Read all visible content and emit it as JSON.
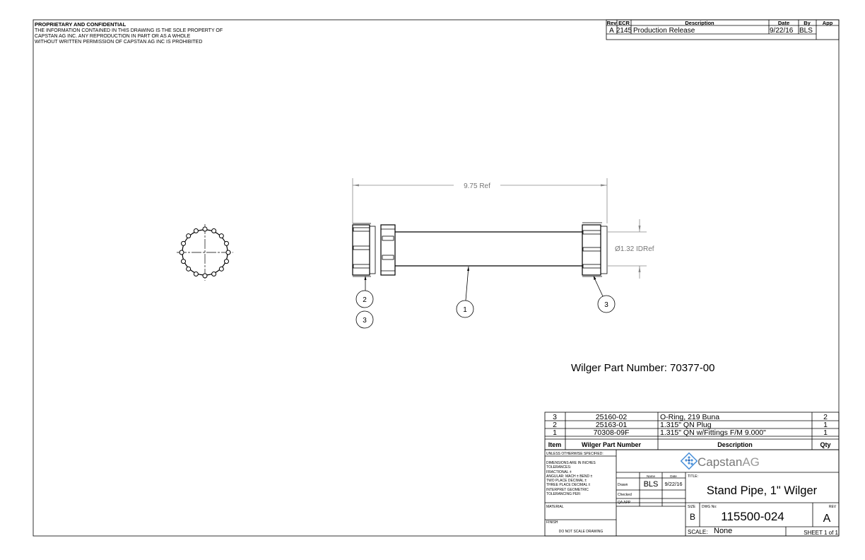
{
  "notice": {
    "heading": "PROPRIETARY AND CONFIDENTIAL",
    "lines": [
      "THE INFORMATION CONTAINED IN THIS DRAWING IS THE SOLE PROPERTY OF",
      "CAPSTAN AG INC. ANY REPRODUCTION IN PART OR AS A WHOLE",
      "WITHOUT WRITTEN PERMISSION OF CAPSTAN AG INC IS PROHIBITED"
    ]
  },
  "revisions": {
    "headers": {
      "rev": "Rev",
      "ecr": "ECR",
      "description": "Description",
      "date": "Date",
      "by": "By",
      "app": "App"
    },
    "rows": [
      {
        "rev": "A",
        "ecr": "2145",
        "description": "Production Release",
        "date": "9/22/16",
        "by": "BLS",
        "app": ""
      }
    ]
  },
  "drawing": {
    "length_dim": "9.75 Ref",
    "diameter_dim": "Ø1.32 IDRef",
    "balloons": [
      "2",
      "3",
      "1",
      "3"
    ],
    "part_number_note": "Wilger Part Number: 70377-00"
  },
  "bom": {
    "headers": {
      "item": "Item",
      "part": "Wilger Part Number",
      "description": "Description",
      "qty": "Qty"
    },
    "rows": [
      {
        "item": "3",
        "part": "25160-02",
        "description": "O-Ring, 219  Buna",
        "qty": "2"
      },
      {
        "item": "2",
        "part": "25163-01",
        "description": "1.315\" QN Plug",
        "qty": "1"
      },
      {
        "item": "1",
        "part": "70308-09F",
        "description": "1.315\" QN w/Fittings F/M 9.000\"",
        "qty": "1"
      }
    ]
  },
  "title_block": {
    "tolerances": {
      "unless": "UNLESS OTHERWISE SPECIFIED:",
      "dims": "DIMENSIONS ARE IN INCHES",
      "tol": "TOLERANCES:",
      "fractional": "FRACTIONAL ±",
      "angular": "ANGULAR: MACH ±    BEND ±",
      "two_place": "TWO PLACE DECIMAL   ±",
      "three_place": "THREE PLACE DECIMAL  ±",
      "interpret": "INTERPRET GEOMETRIC",
      "tolerancing": "TOLERANCING PER:",
      "material": "MATERIAL",
      "finish": "FINISH",
      "no_scale": "DO NOT SCALE DRAWING"
    },
    "logo": {
      "name_a": "Capstan",
      "name_b": "AG",
      "colors": {
        "primary": "#4a90d9",
        "text": "#777777"
      }
    },
    "approvals": {
      "name_header": "Name",
      "date_header": "Date",
      "drawn_label": "Drawn",
      "drawn_name": "BLS",
      "drawn_date": "9/22/16",
      "checked_label": "Checked",
      "qa_label": "QA APP"
    },
    "title_label": "TITLE:",
    "title": "Stand Pipe, 1\" Wilger",
    "size_label": "SIZE",
    "size": "B",
    "dwg_label": "DWG No:",
    "dwg_no": "115500-024",
    "rev_label": "REV",
    "rev": "A",
    "scale_label": "SCALE:",
    "scale": "None",
    "sheet": "SHEET 1 of 1"
  }
}
